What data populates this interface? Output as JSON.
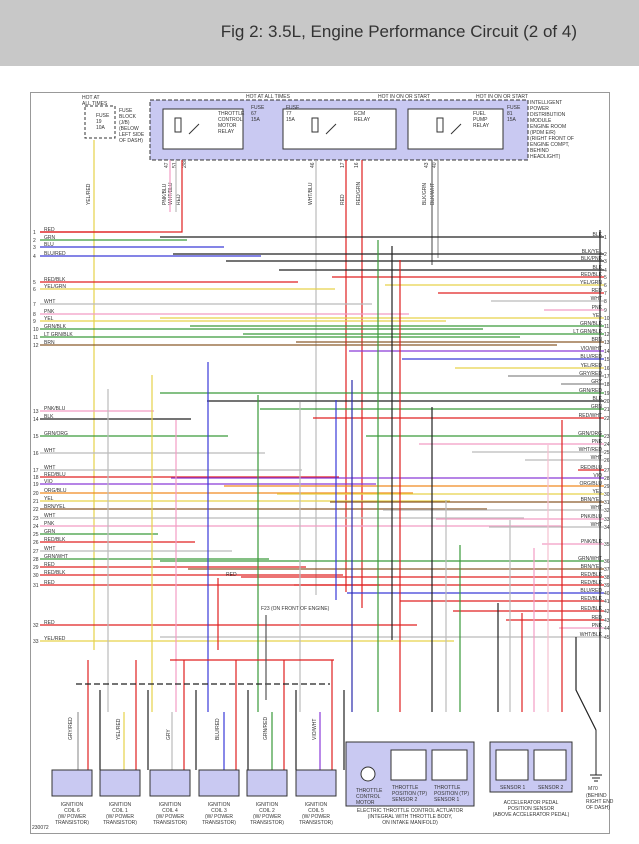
{
  "header": {
    "title": "Fig 2: 3.5L, Engine Performance Circuit (2 of 4)"
  },
  "colors": {
    "panel": "#c9c9f2",
    "header_bg": "#c8c8c8",
    "frame": "#999999"
  },
  "top": {
    "hot_at_all_times": "HOT AT ALL TIMES",
    "hot_in_on_or_start": "HOT IN ON OR START",
    "fuse19": [
      "FUSE",
      "19",
      "10A"
    ],
    "fuse_block": [
      "FUSE",
      "BLOCK",
      "(J/B)",
      "(BELOW",
      "LEFT SIDE",
      "OF DASH)"
    ],
    "fuse67": [
      "FUSE",
      "67",
      "15A"
    ],
    "fuse77": [
      "FUSE",
      "77",
      "15A"
    ],
    "fuse81": [
      "FUSE",
      "81",
      "15A"
    ],
    "relay1": [
      "THROTTLE",
      "CONTROL",
      "MOTOR",
      "RELAY"
    ],
    "relay2": [
      "ECM",
      "RELAY"
    ],
    "relay3": [
      "FUEL",
      "PUMP",
      "RELAY"
    ],
    "ipdm": [
      "INTELLIGENT",
      "POWER",
      "DISTRIBUTION",
      "MODULE",
      "ENGINE ROOM",
      "(IPDM E/R)",
      "(RIGHT FRONT OF",
      "ENGINE COMPT,",
      "BEHIND",
      "HEADLIGHT)"
    ],
    "pins": [
      "47",
      "51",
      "2/8",
      "46",
      "17",
      "16",
      "43",
      "40"
    ],
    "wire_labels": [
      "YEL/RED",
      "PNK/BLU",
      "WHT/BLU",
      "RED",
      "WHT/BLU",
      "RED",
      "RED/GRN",
      "BLK/GRN",
      "BLK/WHT"
    ]
  },
  "left_wires": [
    {
      "n": "1",
      "label": "RED"
    },
    {
      "n": "2",
      "label": "GRN"
    },
    {
      "n": "3",
      "label": "BLU"
    },
    {
      "n": "4",
      "label": "BLU/RED"
    },
    {
      "n": "5",
      "label": "RED/BLK"
    },
    {
      "n": "6",
      "label": "YEL/GRN"
    },
    {
      "n": "7",
      "label": "WHT"
    },
    {
      "n": "8",
      "label": "PNK"
    },
    {
      "n": "9",
      "label": "YEL"
    },
    {
      "n": "10",
      "label": "GRN/BLK"
    },
    {
      "n": "11",
      "label": "LT GRN/BLK"
    },
    {
      "n": "12",
      "label": "BRN"
    },
    {
      "n": "13",
      "label": "PNK/BLU"
    },
    {
      "n": "14",
      "label": "BLK"
    },
    {
      "n": "15",
      "label": "GRN/ORG"
    },
    {
      "n": "16",
      "label": "WHT"
    },
    {
      "n": "17",
      "label": "WHT"
    },
    {
      "n": "18",
      "label": "RED/BLU"
    },
    {
      "n": "19",
      "label": "VIO"
    },
    {
      "n": "20",
      "label": "ORG/BLU"
    },
    {
      "n": "21",
      "label": "YEL"
    },
    {
      "n": "22",
      "label": "BRN/YEL"
    },
    {
      "n": "23",
      "label": "WHT"
    },
    {
      "n": "24",
      "label": "PNK"
    },
    {
      "n": "25",
      "label": "GRN"
    },
    {
      "n": "26",
      "label": "RED/BLK"
    },
    {
      "n": "27",
      "label": "WHT"
    },
    {
      "n": "28",
      "label": "GRN/WHT"
    },
    {
      "n": "29",
      "label": "RED"
    },
    {
      "n": "30",
      "label": "RED/BLK"
    },
    {
      "n": "31",
      "label": "RED"
    },
    {
      "n": "32",
      "label": "RED"
    },
    {
      "n": "33",
      "label": "YEL/RED"
    }
  ],
  "right_wires": [
    {
      "n": "1",
      "label": "BLK"
    },
    {
      "n": "2",
      "label": "BLK/YEL"
    },
    {
      "n": "3",
      "label": "BLK/PNK"
    },
    {
      "n": "4",
      "label": "BLK"
    },
    {
      "n": "5",
      "label": "RED/BLK"
    },
    {
      "n": "6",
      "label": "YEL/GRN"
    },
    {
      "n": "7",
      "label": "RED"
    },
    {
      "n": "8",
      "label": "WHT"
    },
    {
      "n": "9",
      "label": "PNK"
    },
    {
      "n": "10",
      "label": "YEL"
    },
    {
      "n": "11",
      "label": "GRN/BLK"
    },
    {
      "n": "12",
      "label": "LT GRN/BLK"
    },
    {
      "n": "13",
      "label": "BRN"
    },
    {
      "n": "14",
      "label": "VIO/WHT"
    },
    {
      "n": "15",
      "label": "BLU/RED"
    },
    {
      "n": "16",
      "label": "YEL/RED"
    },
    {
      "n": "17",
      "label": "GRY/RED"
    },
    {
      "n": "18",
      "label": "GRY"
    },
    {
      "n": "19",
      "label": "GRN/RED"
    },
    {
      "n": "20",
      "label": "BLK"
    },
    {
      "n": "21",
      "label": "GRN"
    },
    {
      "n": "22",
      "label": "RED/WHT"
    },
    {
      "n": "23",
      "label": "GRN/ORG"
    },
    {
      "n": "24",
      "label": "PNK"
    },
    {
      "n": "25",
      "label": "WHT/RED"
    },
    {
      "n": "26",
      "label": "WHT"
    },
    {
      "n": "27",
      "label": "RED/BLU"
    },
    {
      "n": "28",
      "label": "VIO"
    },
    {
      "n": "29",
      "label": "ORG/BLU"
    },
    {
      "n": "30",
      "label": "YEL"
    },
    {
      "n": "31",
      "label": "BRN/YEL"
    },
    {
      "n": "32",
      "label": "WHT"
    },
    {
      "n": "33",
      "label": "PNK/BLU"
    },
    {
      "n": "34",
      "label": "WHT"
    },
    {
      "n": "35",
      "label": "PNK/BLK"
    },
    {
      "n": "36",
      "label": "GRN/WHT"
    },
    {
      "n": "37",
      "label": "BRN/YEL"
    },
    {
      "n": "38",
      "label": "RED/BLK"
    },
    {
      "n": "39",
      "label": "RED/BLK"
    },
    {
      "n": "40",
      "label": "BLU/RED"
    },
    {
      "n": "41",
      "label": "RED/BLK"
    },
    {
      "n": "42",
      "label": "RED/BLK"
    },
    {
      "n": "43",
      "label": "RED"
    },
    {
      "n": "44",
      "label": "PNK"
    },
    {
      "n": "45",
      "label": "WHT/BLK"
    }
  ],
  "labels": {
    "red_mid": "RED",
    "f23": "F23",
    "f23_loc": "(ON FRONT OF ENGINE)",
    "ground": "M70",
    "ground_loc": [
      "(BEHIND",
      "RIGHT END",
      "OF DASH)"
    ]
  },
  "coils": [
    {
      "name": "IGNITION",
      "coil": "COIL 6",
      "sub": "(W/ POWER TRANSISTOR)"
    },
    {
      "name": "IGNITION",
      "coil": "COIL 1",
      "sub": "(W/ POWER TRANSISTOR)"
    },
    {
      "name": "IGNITION",
      "coil": "COIL 4",
      "sub": "(W/ POWER TRANSISTOR)"
    },
    {
      "name": "IGNITION",
      "coil": "COIL 3",
      "sub": "(W/ POWER TRANSISTOR)"
    },
    {
      "name": "IGNITION",
      "coil": "COIL 2",
      "sub": "(W/ POWER TRANSISTOR)"
    },
    {
      "name": "IGNITION",
      "coil": "COIL 5",
      "sub": "(W/ POWER TRANSISTOR)"
    }
  ],
  "coil_wires": [
    "GRY/RED",
    "YEL/RED",
    "GRY",
    "BLU/RED",
    "GRN/RED",
    "VIO/WHT"
  ],
  "etc": {
    "motor": [
      "THROTTLE",
      "CONTROL",
      "MOTOR"
    ],
    "sensor2": [
      "THROTTLE",
      "POSITION (TP)",
      "SENSOR 2"
    ],
    "sensor1": [
      "THROTTLE",
      "POSITION (TP)",
      "SENSOR 1"
    ],
    "caption": [
      "ELECTRIC THROTTLE CONTROL ACTUATOR",
      "(INTEGRAL WITH THROTTLE BODY,",
      "ON INTAKE MANIFOLD)"
    ]
  },
  "app": {
    "sensor1": "SENSOR 1",
    "sensor2": "SENSOR 2",
    "caption": [
      "ACCELERATOR PEDAL",
      "POSITION SENSOR",
      "(ABOVE ACCELERATOR PEDAL)"
    ]
  },
  "figure_id": "230072"
}
